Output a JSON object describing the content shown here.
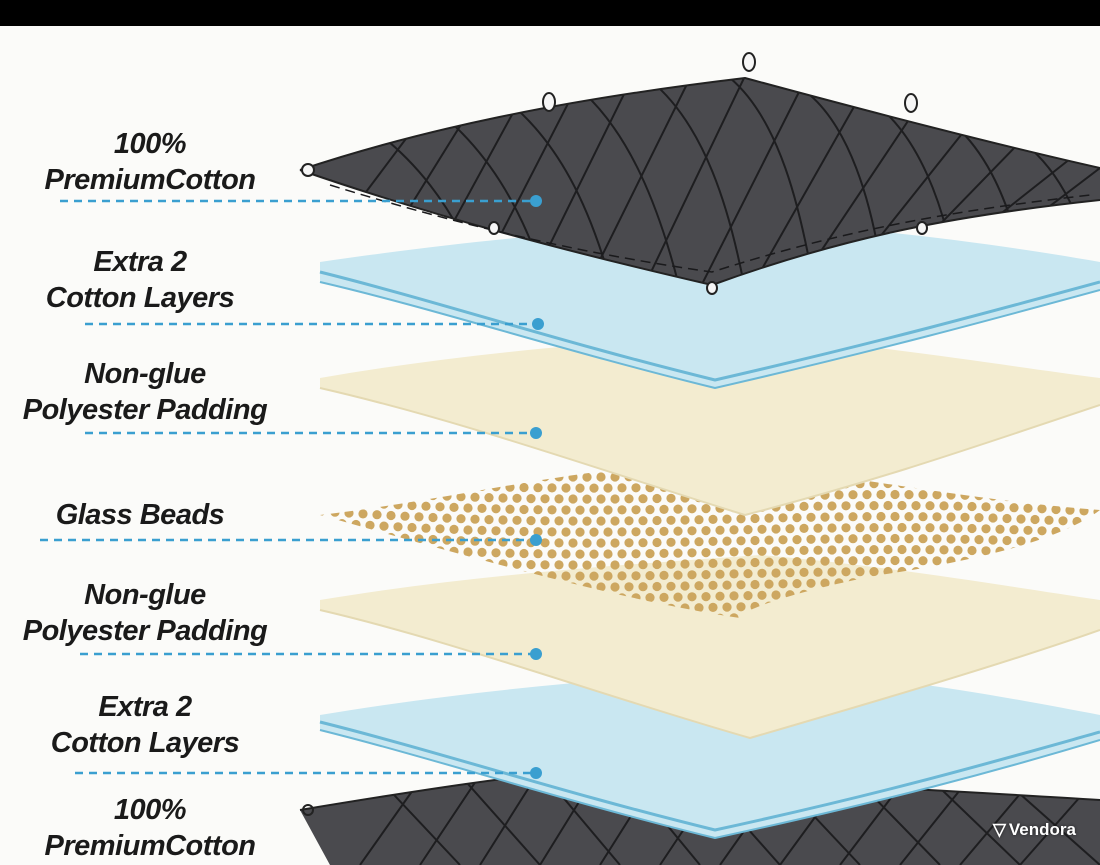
{
  "layers": [
    {
      "line1": "100%",
      "line2": "PremiumCotton"
    },
    {
      "line1": "Extra 2",
      "line2": "Cotton Layers"
    },
    {
      "line1": "Non-glue",
      "line2": "Polyester Padding"
    },
    {
      "line1": "Glass Beads",
      "line2": ""
    },
    {
      "line1": "Non-glue",
      "line2": "Polyester Padding"
    },
    {
      "line1": "Extra 2",
      "line2": "Cotton Layers"
    },
    {
      "line1": "100%",
      "line2": "PremiumCotton"
    }
  ],
  "watermark": {
    "text": "Vendora",
    "icon": "vendora-logo-icon"
  },
  "colors": {
    "cotton": "#4a4a4e",
    "stitch": "#1e1e20",
    "blue_layer": "#c9e7f1",
    "blue_edge": "#6cb8d6",
    "padding": "#f3ecd0",
    "bead": "#cda760",
    "pointer": "#3a9fd0"
  }
}
